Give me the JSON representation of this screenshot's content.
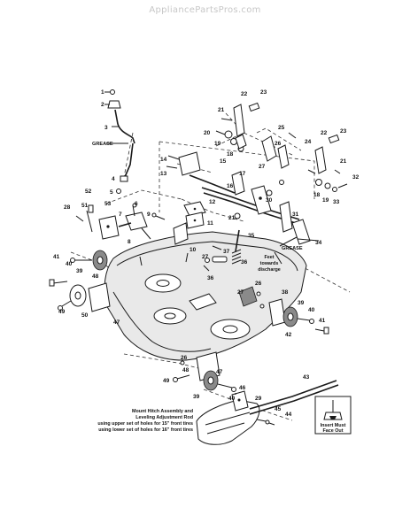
{
  "site_banner": "AppliancePartsPros.com",
  "callouts": {
    "grease_left": "GREASE",
    "grease_right": "GREASE",
    "feet_line1": "Feet",
    "feet_line2": "towards",
    "feet_line3": "discharge",
    "insert_line1": "Insert Must",
    "insert_line2": "Face Out"
  },
  "mount_note": {
    "line1": "Mount Hitch Assembly and",
    "line2": "Leveling Adjustment Rod",
    "line3": "using upper set of holes for 15\" front tires",
    "line4": "using lower set of holes for 16\" front tires"
  },
  "part_numbers": {
    "n1": "1",
    "n2": "2",
    "n3": "3",
    "n4": "4",
    "n5": "5",
    "n6": "6",
    "n7": "7",
    "n8": "8",
    "n9": "9",
    "n10": "10",
    "n11": "11",
    "n12": "12",
    "n13": "13",
    "n14": "14",
    "n15": "15",
    "n16": "16",
    "n17": "17",
    "n18a": "18",
    "n18b": "18",
    "n19a": "19",
    "n19b": "19",
    "n20": "20",
    "n21a": "21",
    "n21b": "21",
    "n21c": "21",
    "n22a": "22",
    "n22b": "22",
    "n23a": "23",
    "n23b": "23",
    "n24": "24",
    "n25": "25",
    "n26a": "26",
    "n26b": "26",
    "n26c": "26",
    "n27a": "27",
    "n27b": "27",
    "n27c": "27",
    "n28": "28",
    "n29": "29",
    "n30": "30",
    "n31": "31",
    "n32": "32",
    "n33": "33",
    "n34": "34",
    "n35": "35",
    "n36a": "36",
    "n36b": "36",
    "n37": "37",
    "n38": "38",
    "n39a": "39",
    "n39b": "39",
    "n39c": "39",
    "n40a": "40",
    "n40b": "40",
    "n40c": "40",
    "n41a": "41",
    "n41b": "41",
    "n42": "42",
    "n43": "43",
    "n44": "44",
    "n45": "45",
    "n46": "46",
    "n47a": "47",
    "n47b": "47",
    "n48a": "48",
    "n48b": "48",
    "n49a": "49",
    "n49b": "49",
    "n50": "50",
    "n51": "51",
    "n52": "52",
    "n53": "53"
  }
}
